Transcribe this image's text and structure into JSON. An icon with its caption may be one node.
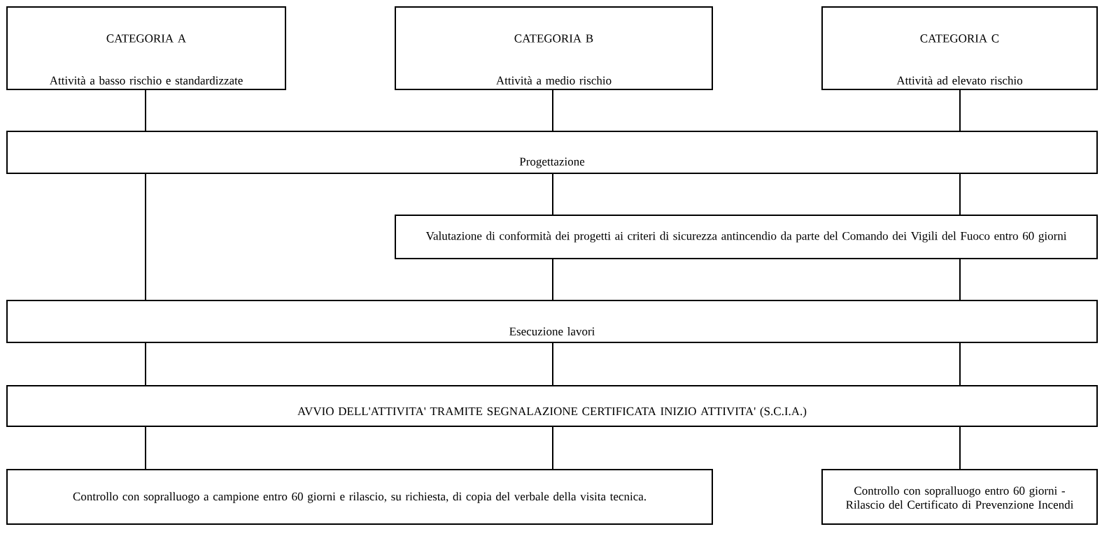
{
  "diagram": {
    "nodes": [
      {
        "text": [
          "CATEGORIA A",
          "Attività a basso rischio e standardizzate"
        ]
      },
      {
        "text": [
          "CATEGORIA B",
          "Attività a medio rischio"
        ]
      },
      {
        "text": [
          "CATEGORIA C",
          "Attività ad elevato rischio"
        ]
      },
      {
        "text": [
          "Progettazione"
        ]
      },
      {
        "text": [
          "Valutazione di conformità dei progetti ai criteri di sicurezza antincendio da parte del Comando dei Vigili del Fuoco entro 60 giorni"
        ]
      },
      {
        "text": [
          "Esecuzione lavori"
        ]
      },
      {
        "text": [
          "AVVIO DELL'ATTIVITA' TRAMITE SEGNALAZIONE CERTIFICATA INIZIO ATTIVITA' (S.C.I.A.)"
        ]
      },
      {
        "text": [
          "Controllo con sopralluogo a campione entro 60 giorni e rilascio, su richiesta, di copia del verbale della visita tecnica."
        ]
      },
      {
        "text": [
          "Controllo con sopralluogo entro 60 giorni - Rilascio del Certificato di Prevenzione Incendi"
        ]
      }
    ],
    "edges": [
      {
        "from": 0,
        "to": 3,
        "arrow": "none"
      },
      {
        "from": 1,
        "to": 3,
        "arrow": "none"
      },
      {
        "from": 2,
        "to": 3,
        "arrow": "none"
      },
      {
        "from": 3,
        "to": 5,
        "arrow": "none"
      },
      {
        "from": 3,
        "to": 4,
        "arrow": "none"
      },
      {
        "from": 3,
        "to": 4,
        "arrow": "none"
      },
      {
        "from": 4,
        "to": 5,
        "arrow": "none"
      },
      {
        "from": 4,
        "to": 5,
        "arrow": "none"
      },
      {
        "from": 5,
        "to": 6,
        "arrow": "none"
      },
      {
        "from": 5,
        "to": 6,
        "arrow": "none"
      },
      {
        "from": 5,
        "to": 6,
        "arrow": "none"
      },
      {
        "from": 6,
        "to": 7,
        "arrow": "none"
      },
      {
        "from": 6,
        "to": 7,
        "arrow": "none"
      },
      {
        "from": 6,
        "to": 8,
        "arrow": "none"
      }
    ]
  }
}
